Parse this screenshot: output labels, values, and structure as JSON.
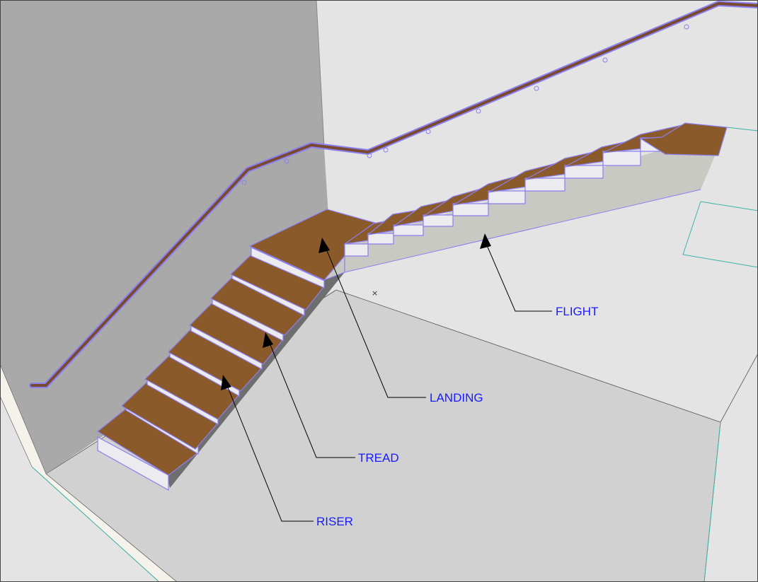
{
  "labels": {
    "flight": "FLIGHT",
    "landing": "LANDING",
    "tread": "TREAD",
    "riser": "RISER"
  },
  "colors": {
    "tread": "#8b5a2b",
    "riser": "#ecebef",
    "wall_dark": "#a8a8a8",
    "wall_light": "#e6e6e6",
    "floor": "#d0d0d0",
    "handrail": "#7a4a30",
    "outline": "#8c7ff0",
    "label": "#1a1aff"
  },
  "icons": [
    "arrowhead-icon",
    "cursor-cross-icon"
  ]
}
